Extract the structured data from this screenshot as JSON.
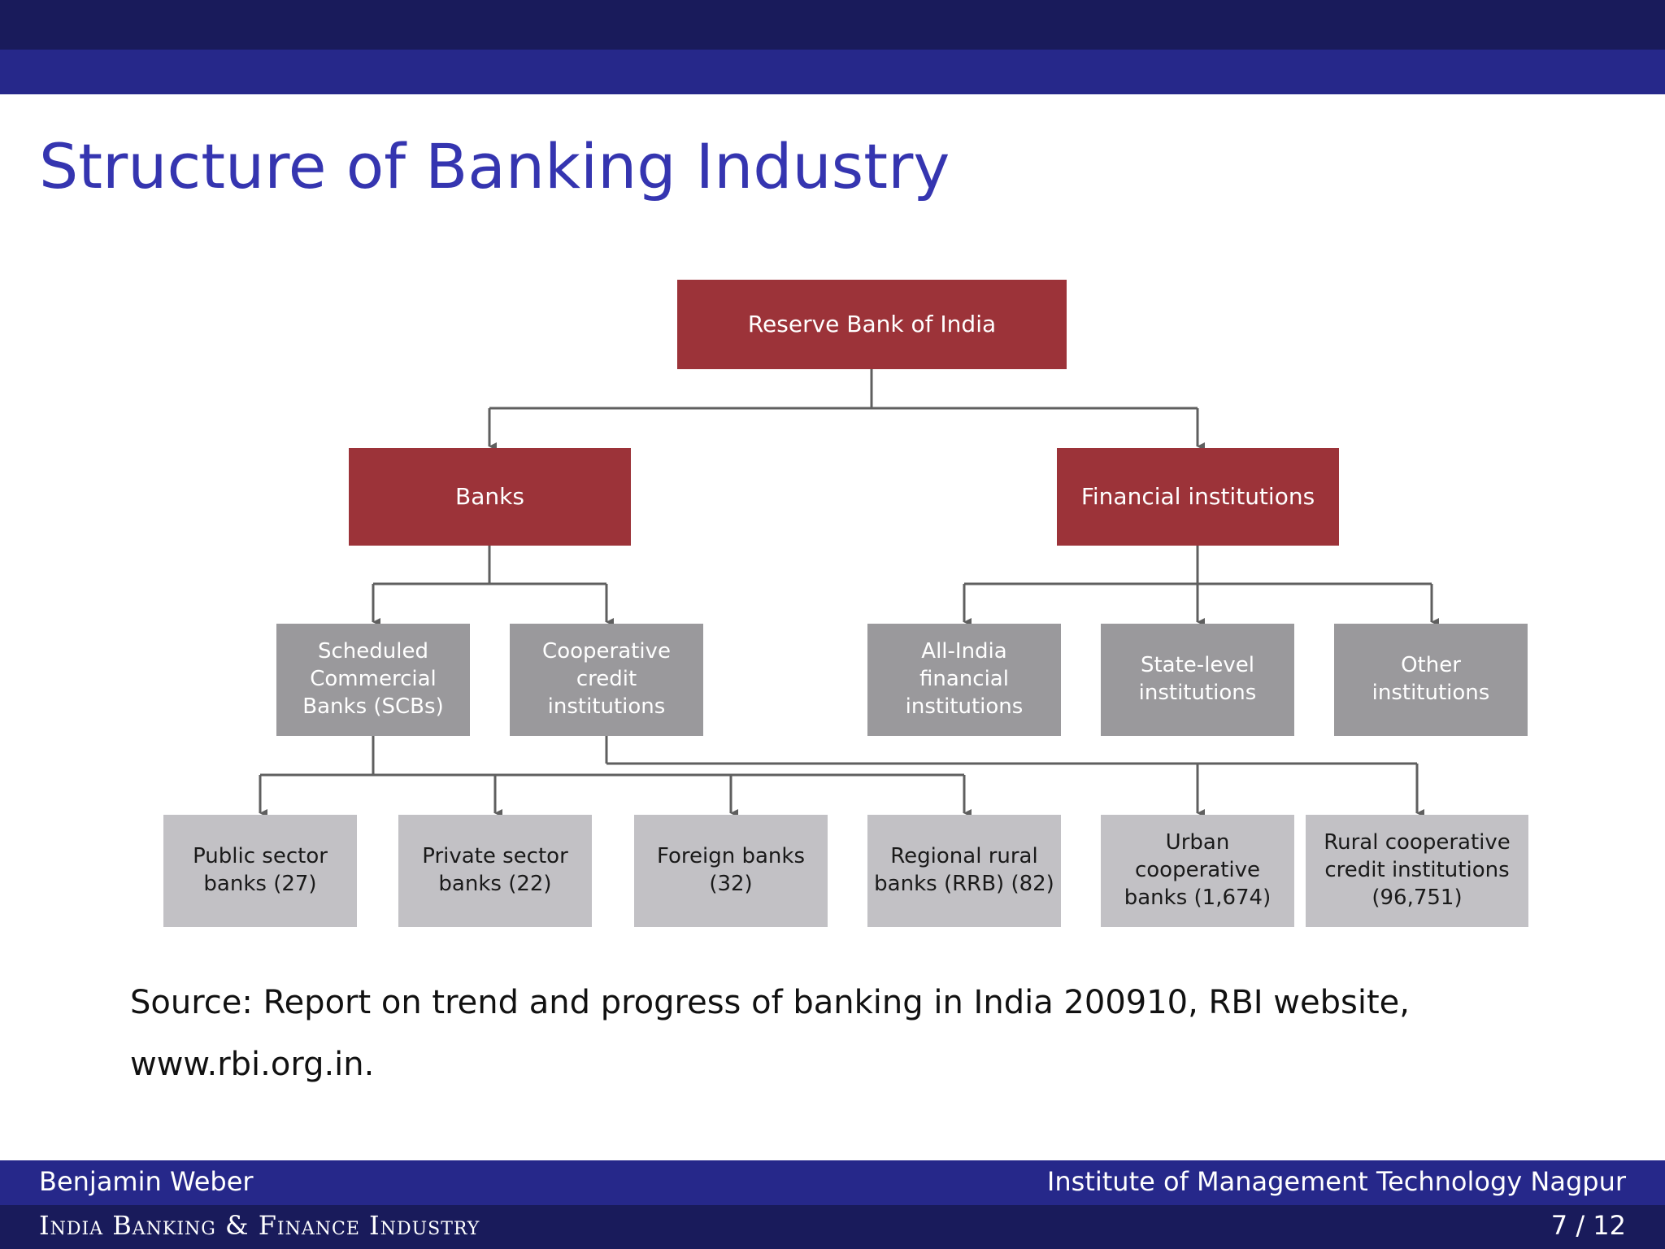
{
  "slide": {
    "title": "Structure of Banking Industry"
  },
  "diagram": {
    "root": "Reserve Bank of India",
    "level1": {
      "banks": "Banks",
      "financial_institutions": "Financial institutions"
    },
    "level2": {
      "scbs": "Scheduled Commercial Banks (SCBs)",
      "cooperative": "Cooperative credit institutions",
      "all_india": "All-India financial institutions",
      "state_level": "State-level institutions",
      "other": "Other institutions"
    },
    "level3": {
      "public_sector": "Public sector banks (27)",
      "private_sector": "Private sector banks (22)",
      "foreign": "Foreign banks (32)",
      "regional_rural": "Regional rural banks (RRB) (82)",
      "urban_coop": "Urban cooperative banks (1,674)",
      "rural_coop": "Rural cooperative credit institutions (96,751)"
    }
  },
  "source": {
    "text": "Source: Report on trend and progress of banking in India 200910, RBI website, www.rbi.org.in."
  },
  "footer": {
    "author": "Benjamin Weber",
    "institute": "Institute of Management Technology Nagpur",
    "short_title": "India Banking & Finance Industry",
    "page": "7 / 12"
  },
  "colors": {
    "header_dark": "#191b5b",
    "header_light": "#26288a",
    "title": "#3535b0",
    "node_red": "#9c3339",
    "node_grey": "#9a999c",
    "node_light": "#c2c1c5",
    "connector": "#5f5f5f"
  }
}
